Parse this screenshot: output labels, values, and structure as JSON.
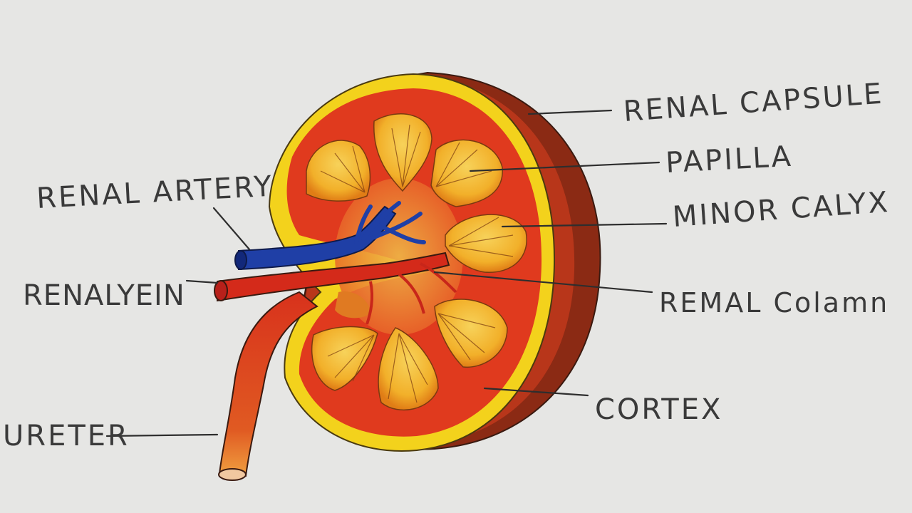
{
  "labels": {
    "renal_capsule": "RENAL CAPSULE",
    "papilla": "PAPILLA",
    "minor_calyx": "MINOR CALYX",
    "remal_colamn": "REMAL Colamn",
    "cortex": "CORTEX",
    "renal_artery": "RENAL ARTERY",
    "renal_vein": "RENALYEIN",
    "ureter": "URETER"
  },
  "colors": {
    "paper": "#e6e6e4",
    "capsule_outer": "#8b2a14",
    "cortex_red": "#e03a1e",
    "rim_yellow": "#f3d21c",
    "pyramid_yellow": "#f2b82a",
    "pyramid_orange": "#e58a18",
    "artery_blue": "#1f3fa6",
    "vein_red": "#d42a1a",
    "ink": "#2e2e2e"
  }
}
